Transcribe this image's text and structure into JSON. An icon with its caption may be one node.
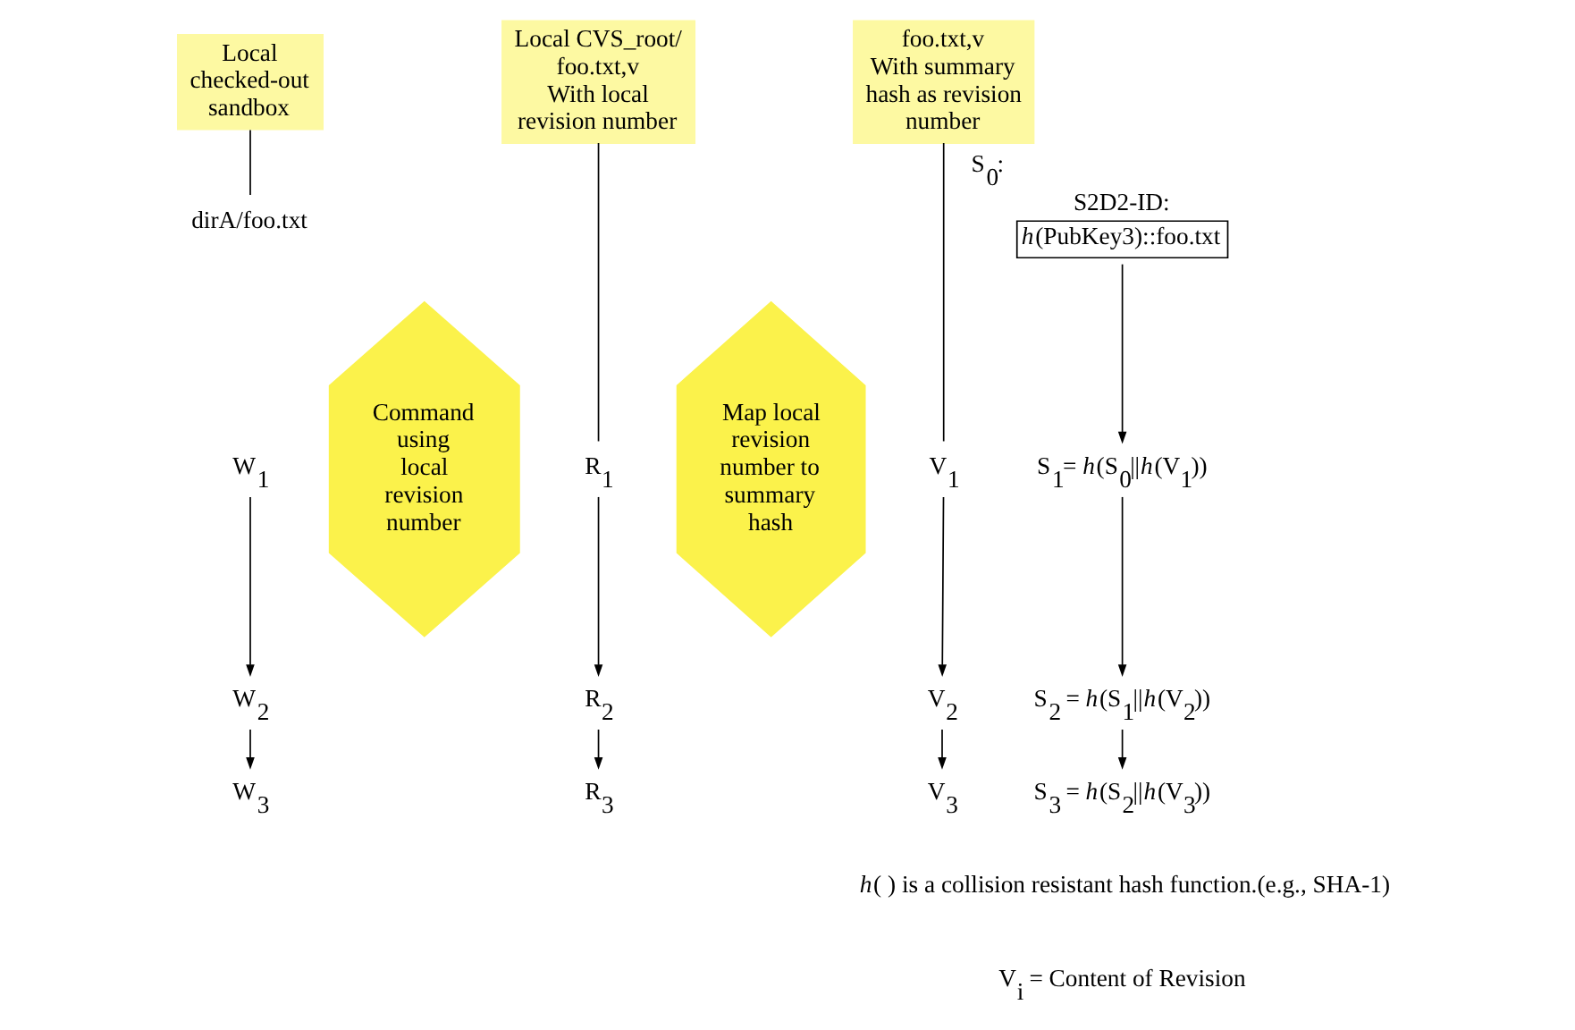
{
  "diagram": {
    "nodes": [
      {
        "text": [
          "Local checked-out sandbox"
        ]
      },
      {
        "text": [
          "dirA/foo.txt"
        ]
      },
      {
        "text": [
          "Local CVS_root/ foo.txt,v",
          "With local revision number"
        ]
      },
      {
        "text": [
          "foo.txt,v",
          "With summary hash as revision number"
        ]
      },
      {
        "text": [
          "W$_{1}$"
        ]
      },
      {
        "text": [
          "W$_{2}$"
        ]
      },
      {
        "text": [
          "W$_{3}$"
        ]
      },
      {
        "text": [
          "Command using local revision number"
        ]
      },
      {
        "text": [
          "R$_{1}$"
        ]
      },
      {
        "text": [
          "R$_{2}$"
        ]
      },
      {
        "text": [
          "R$_{3}$"
        ]
      },
      {
        "text": [
          "Map local revision number to summary hash"
        ]
      },
      {
        "text": [
          "V$_{1}$"
        ]
      },
      {
        "text": [
          "V$_{2}$"
        ]
      },
      {
        "text": [
          "V$_{3}$"
        ]
      },
      {
        "text": [
          "S2D2-ID:",
          "*h*(PubKey3)::foo.txt"
        ],
        "beside": [
          "S$_{0}$:"
        ]
      },
      {
        "text": [
          "S$_{1}$= *h*(S$_{0}$||*h*(V$_{1}$))"
        ]
      },
      {
        "text": [
          "S$_{2}$ = *h*(S$_{1}$||*h*(V$_{2}$))"
        ]
      },
      {
        "text": [
          "S$_{3}$ = *h*(S$_{2}$||*h*(V$_{3}$))"
        ]
      }
    ],
    "edges": [
      {
        "from": 0,
        "to": 1,
        "arrow": "none"
      },
      {
        "from": 2,
        "to": 8,
        "arrow": "none"
      },
      {
        "from": 3,
        "to": 12,
        "arrow": "none"
      },
      {
        "from": 4,
        "to": 5,
        "arrow": "to"
      },
      {
        "from": 5,
        "to": 6,
        "arrow": "to"
      },
      {
        "from": 8,
        "to": 9,
        "arrow": "to"
      },
      {
        "from": 9,
        "to": 10,
        "arrow": "to"
      },
      {
        "from": 12,
        "to": 13,
        "arrow": "to"
      },
      {
        "from": 13,
        "to": 14,
        "arrow": "to"
      },
      {
        "from": 15,
        "to": 16,
        "arrow": "to"
      },
      {
        "from": 16,
        "to": 17,
        "arrow": "to"
      },
      {
        "from": 17,
        "to": 18,
        "arrow": "to"
      }
    ],
    "labels": [
      "*h*( ) is a collision resistant hash function.(e.g., SHA-1)",
      "V$_{i}$ = Content of Revision"
    ]
  }
}
